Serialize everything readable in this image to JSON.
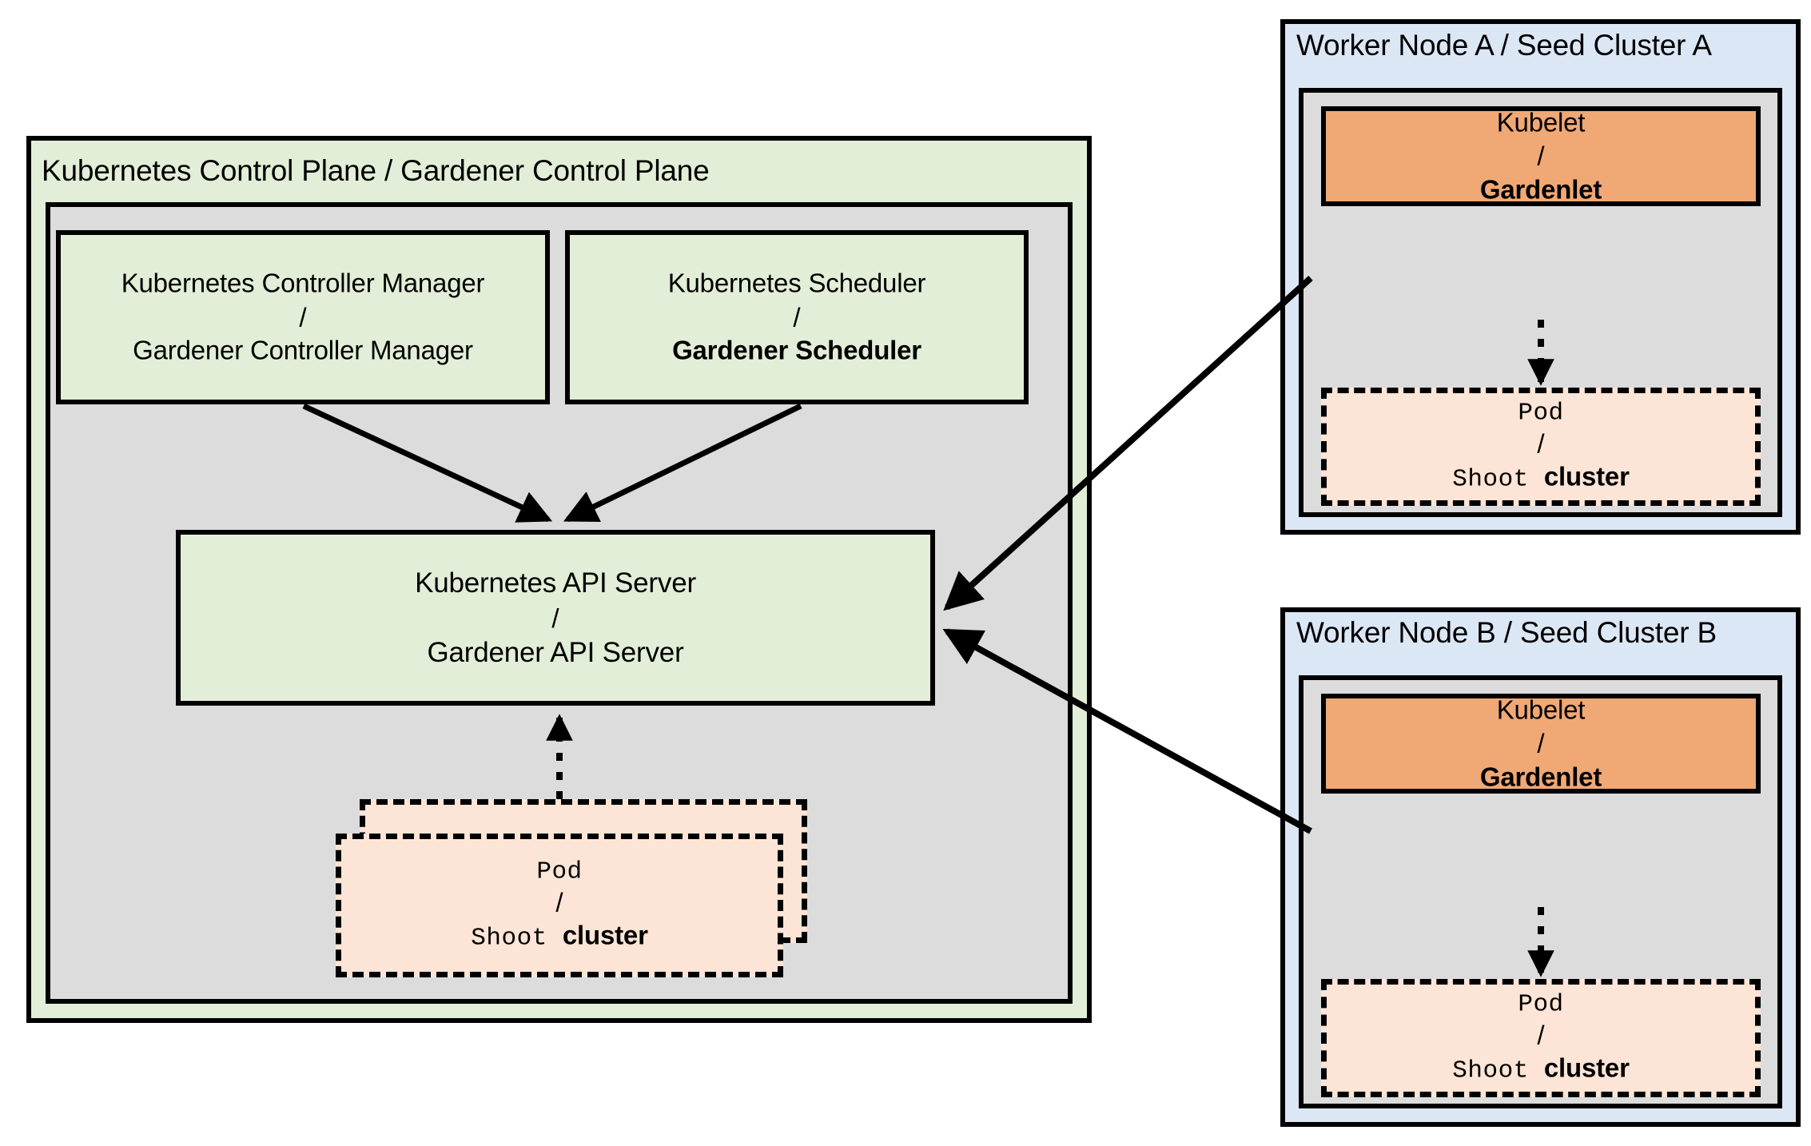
{
  "control_plane": {
    "title": "Kubernetes Control Plane / Gardener Control Plane",
    "controller_manager": {
      "line1": "Kubernetes Controller Manager",
      "separator": "/",
      "line2": "Gardener Controller Manager"
    },
    "scheduler": {
      "line1": "Kubernetes Scheduler",
      "separator": "/",
      "line2": "Gardener Scheduler"
    },
    "api_server": {
      "line1": "Kubernetes API Server",
      "separator": "/",
      "line2": "Gardener API Server"
    },
    "pod": {
      "line1": "Pod",
      "separator": "/",
      "line2_mono": "Shoot",
      "line2_bold": "cluster"
    }
  },
  "worker_node_a": {
    "title": "Worker Node A / Seed Cluster A",
    "kubelet": {
      "line1": "Kubelet",
      "separator": "/",
      "line2": "Gardenlet"
    },
    "pod": {
      "line1": "Pod",
      "separator": "/",
      "line2_mono": "Shoot",
      "line2_bold": "cluster"
    }
  },
  "worker_node_b": {
    "title": "Worker Node B / Seed Cluster B",
    "kubelet": {
      "line1": "Kubelet",
      "separator": "/",
      "line2": "Gardenlet"
    },
    "pod": {
      "line1": "Pod",
      "separator": "/",
      "line2_mono": "Shoot",
      "line2_bold": "cluster"
    }
  },
  "colors": {
    "green": "#e2eed7",
    "gray": "#dcdcdc",
    "blue": "#dce7f5",
    "orange": "#f0a875",
    "peach": "#fce5d6",
    "stroke": "#000000"
  }
}
